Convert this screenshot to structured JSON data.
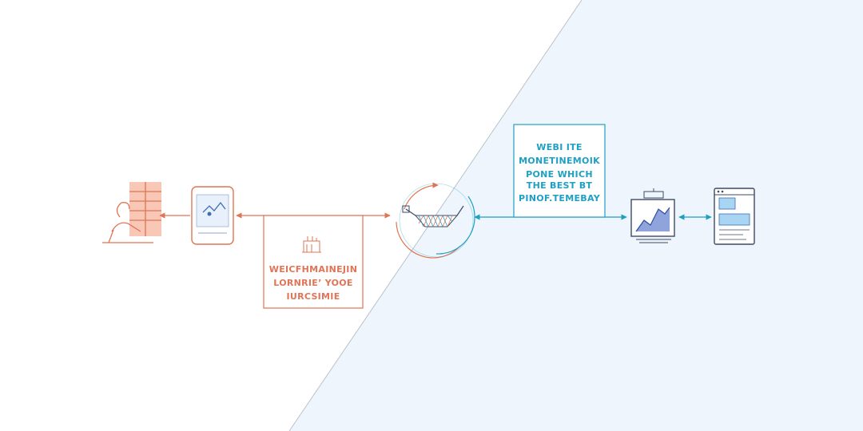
{
  "colors": {
    "left_accent": "#e07455",
    "right_accent": "#1e9fc4",
    "right_background": "#eef5fc",
    "dark_line": "#3d4a66",
    "chart_fill": "#7b93d6"
  },
  "icons": {
    "person": "person-at-desk-icon",
    "tablet": "tablet-icon",
    "factory": "factory-icon",
    "hub": "funnel-hub-icon",
    "monitor": "monitor-chart-icon",
    "browser": "browser-window-icon"
  },
  "left_box": {
    "lines": [
      "WEICFHMAINEJIN",
      "LORNRIE’ YOOE",
      "IURCSIMIE"
    ]
  },
  "right_box": {
    "lines": [
      "WEBI ITE",
      "MONETINEMOIK",
      "PONE WHICH",
      "THE BEST BT",
      "PINOF.TEMEBAY"
    ]
  }
}
